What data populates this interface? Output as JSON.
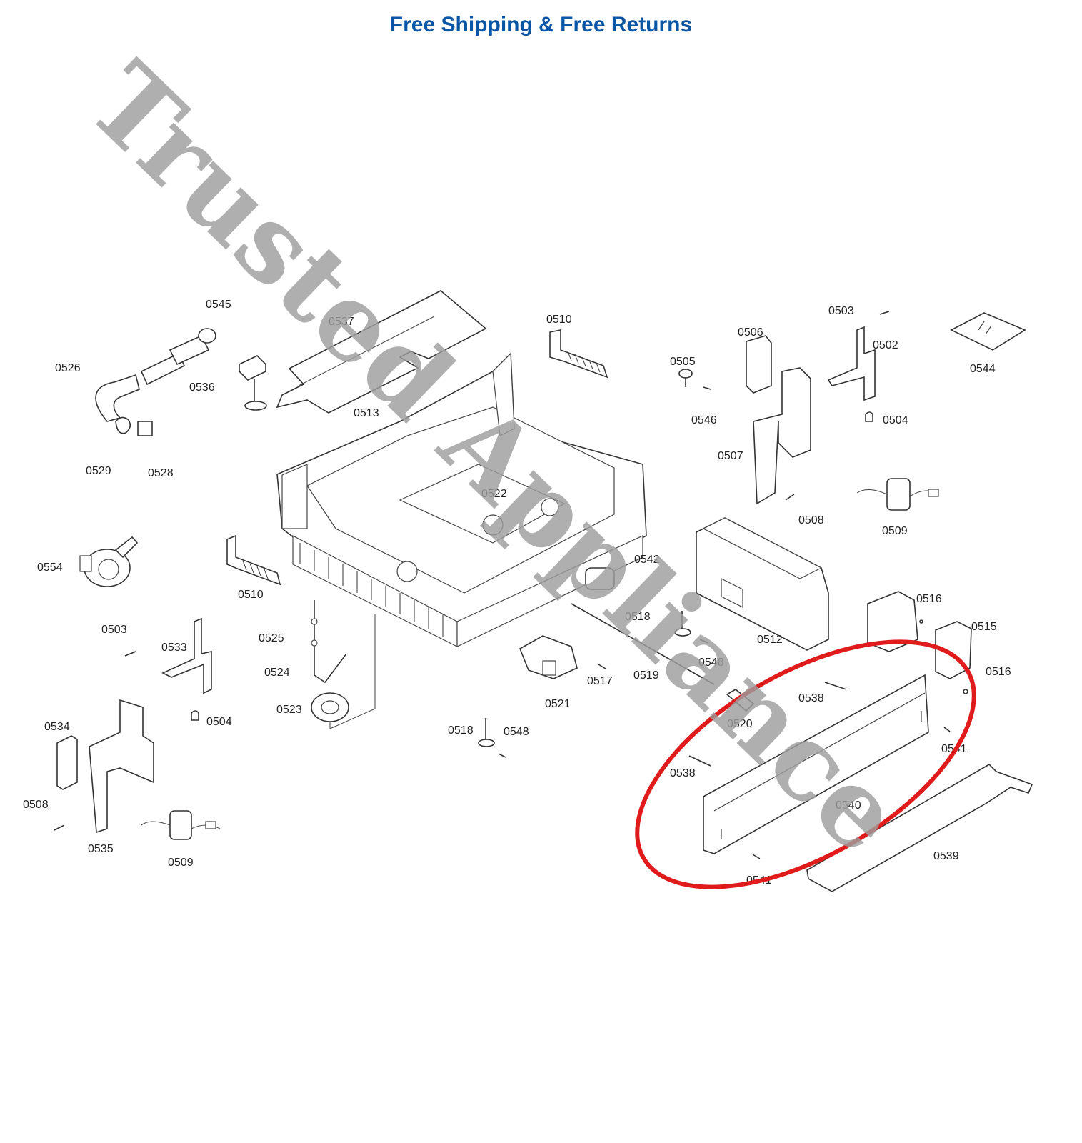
{
  "banner": {
    "text": "Free Shipping & Free Returns",
    "color": "#0b56a4"
  },
  "watermark": {
    "text": "Trusted Appliance",
    "color": "#9e9e9e"
  },
  "highlight": {
    "color": "#e01b1b",
    "encircles_part": "0540"
  },
  "part_labels": [
    "0545",
    "0537",
    "0510",
    "0503",
    "0502",
    "0506",
    "0544",
    "0526",
    "0536",
    "0505",
    "0513",
    "0546",
    "0504",
    "0529",
    "0528",
    "0507",
    "0522",
    "0508",
    "0509",
    "0554",
    "0542",
    "0510",
    "0516",
    "0518",
    "0515",
    "0503",
    "0525",
    "0512",
    "0533",
    "0548",
    "0516",
    "0524",
    "0517",
    "0519",
    "0538",
    "0523",
    "0504",
    "0521",
    "0534",
    "0518",
    "0548",
    "0520",
    "0541",
    "0538",
    "0508",
    "0540",
    "0535",
    "0509",
    "0539",
    "0541"
  ]
}
